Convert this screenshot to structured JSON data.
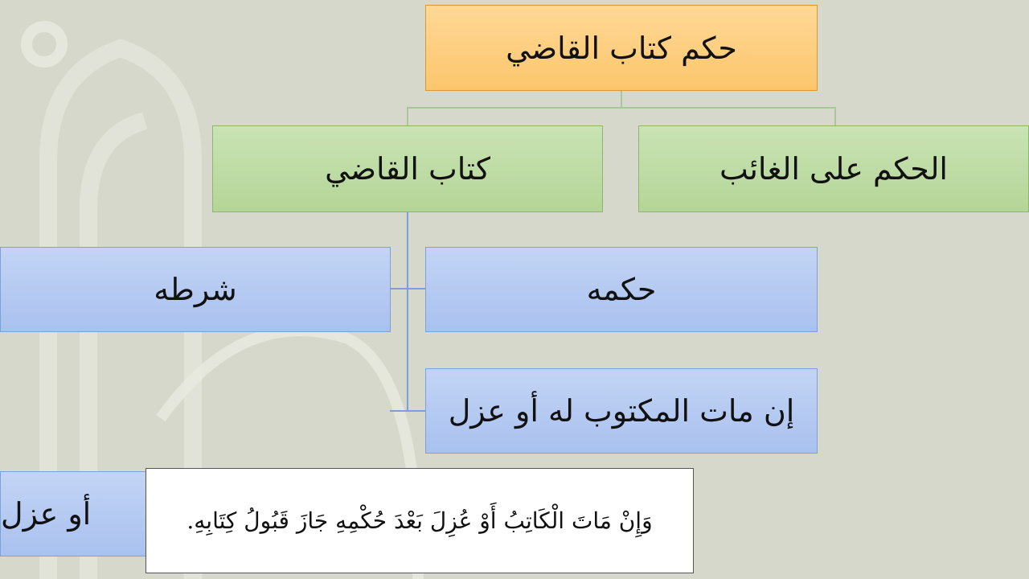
{
  "diagram": {
    "root": {
      "label": "حكم كتاب القاضي"
    },
    "level1": [
      {
        "label": "الحكم على الغائب"
      },
      {
        "label": "كتاب القاضي"
      }
    ],
    "level2": [
      {
        "label": "حكمه"
      },
      {
        "label": "شرطه"
      },
      {
        "label": "إن مات المكتوب له أو عزل"
      },
      {
        "label": "أو عزل"
      }
    ]
  },
  "note": {
    "text": "وَإِنْ مَاتَ الْكَاتِبُ أَوْ عُزِلَ بَعْدَ حُكْمِهِ جَازَ قَبُولُ كِتَابِهِ."
  },
  "colors": {
    "background": "#d6d8cc",
    "root": "#fcc66c",
    "level1": "#b4d597",
    "level2": "#a9c1ef"
  }
}
